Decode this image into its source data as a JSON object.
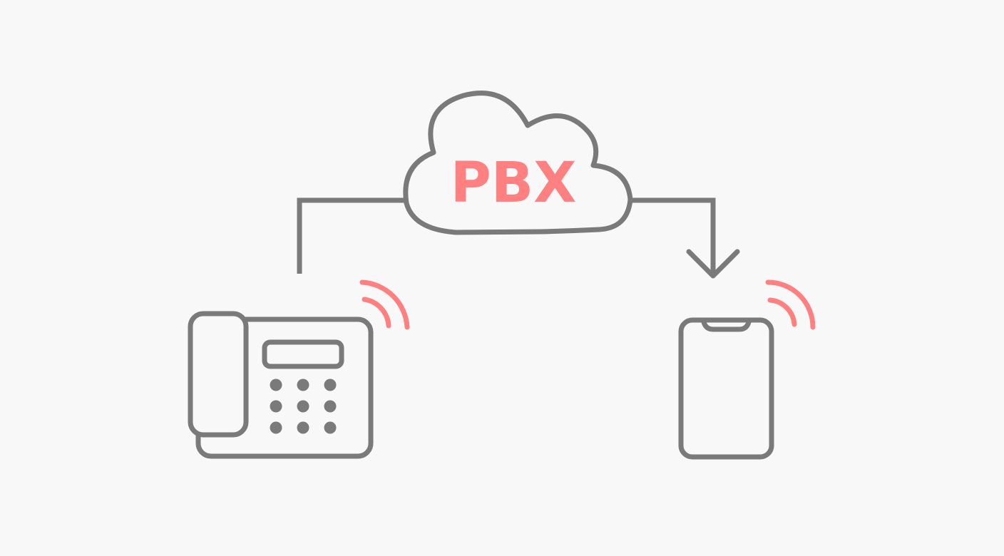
{
  "cloud": {
    "label": "PBX"
  },
  "colors": {
    "background": "#f8f8f8",
    "line_gray": "#7a7a7a",
    "accent_red": "#ff8080"
  },
  "nodes": [
    {
      "id": "desk-phone",
      "icon": "desk-phone-icon"
    },
    {
      "id": "pbx-cloud",
      "icon": "cloud-icon"
    },
    {
      "id": "smartphone",
      "icon": "smartphone-icon"
    }
  ],
  "flow": {
    "from": "desk-phone",
    "via": "pbx-cloud",
    "to": "smartphone",
    "arrow_at_destination": true
  }
}
